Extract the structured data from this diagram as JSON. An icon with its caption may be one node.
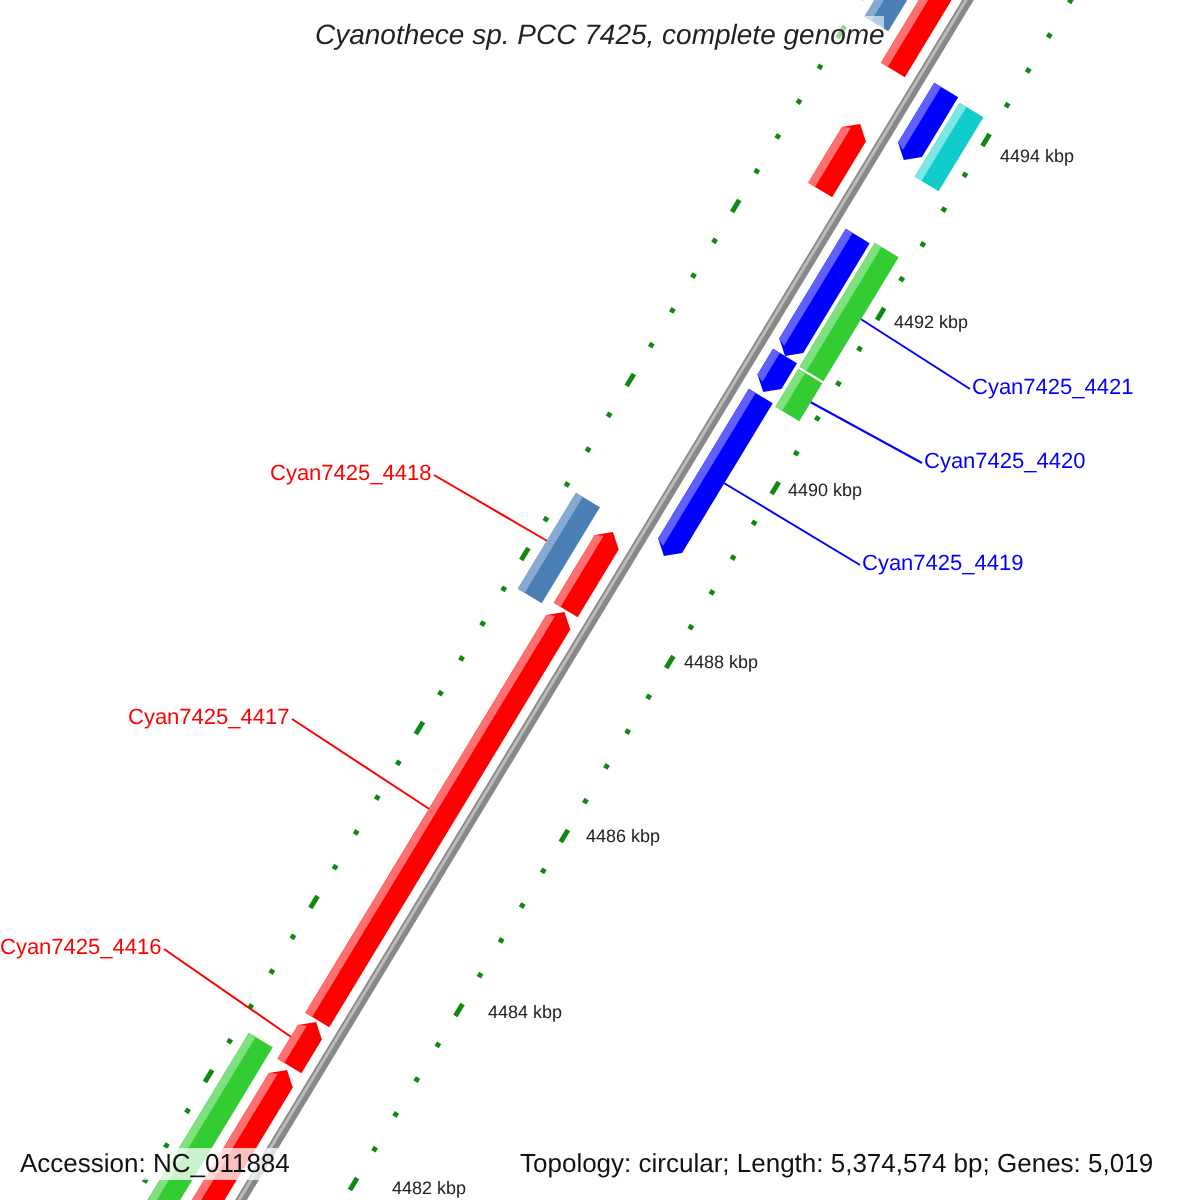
{
  "diagram": {
    "title": "Cyanothece sp. PCC 7425, complete genome",
    "nodes": [
      {
        "text": [
          "Cyan7425_4421"
        ]
      },
      {
        "text": [
          "Cyan7425_4420"
        ]
      },
      {
        "text": [
          "Cyan7425_4419"
        ]
      },
      {
        "text": [
          "Cyan7425_4418"
        ]
      },
      {
        "text": [
          "Cyan7425_4417"
        ]
      },
      {
        "text": [
          "Cyan7425_4416"
        ]
      },
      {
        "text": [],
        "shape": "bar"
      },
      {
        "text": [],
        "shape": "bar"
      },
      {
        "text": [],
        "shape": "bar"
      },
      {
        "text": [],
        "shape": "bar"
      },
      {
        "text": [],
        "shape": "bar"
      },
      {
        "text": [],
        "shape": "bar"
      }
    ],
    "edges": [
      {
        "from": 0,
        "to": 6,
        "arrow": "none"
      },
      {
        "from": 1,
        "to": 7,
        "arrow": "none"
      },
      {
        "from": 2,
        "to": 8,
        "arrow": "none"
      },
      {
        "from": 3,
        "to": 9,
        "arrow": "none",
        "color": "#ff0000"
      },
      {
        "from": 4,
        "to": 10,
        "arrow": "none",
        "color": "#ff0000"
      },
      {
        "from": 5,
        "to": 11,
        "arrow": "none",
        "color": "#ff0000"
      }
    ],
    "labels": [
      "4494 kbp",
      "4492 kbp",
      "4490 kbp",
      "4488 kbp",
      "4486 kbp",
      "4484 kbp",
      "4482 kbp",
      "Accession: NC_011884",
      "Topology: circular; Length: 5,374,574 bp; Genes: 5,019"
    ]
  }
}
